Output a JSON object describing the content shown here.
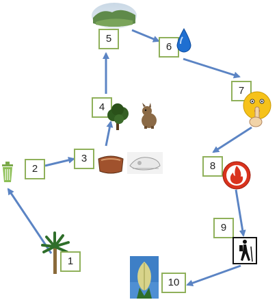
{
  "diagram": {
    "steps": [
      {
        "label": "1",
        "icon": "palm-tree-icon"
      },
      {
        "label": "2",
        "icon": "trash-can-icon"
      },
      {
        "label": "3",
        "icon": "clay-pot-and-rodent-skull-icons"
      },
      {
        "label": "4",
        "icon": "tree-and-rodent-icons"
      },
      {
        "label": "5",
        "icon": "landscape-photo-icon"
      },
      {
        "label": "6",
        "icon": "water-drop-icon"
      },
      {
        "label": "7",
        "icon": "shushing-face-icon"
      },
      {
        "label": "8",
        "icon": "fire-icon"
      },
      {
        "label": "9",
        "icon": "hiker-icon"
      },
      {
        "label": "10",
        "icon": "flowering-plant-icon"
      }
    ],
    "arrow_color": "#5b84c4",
    "box_border_color": "#8fb05a"
  }
}
